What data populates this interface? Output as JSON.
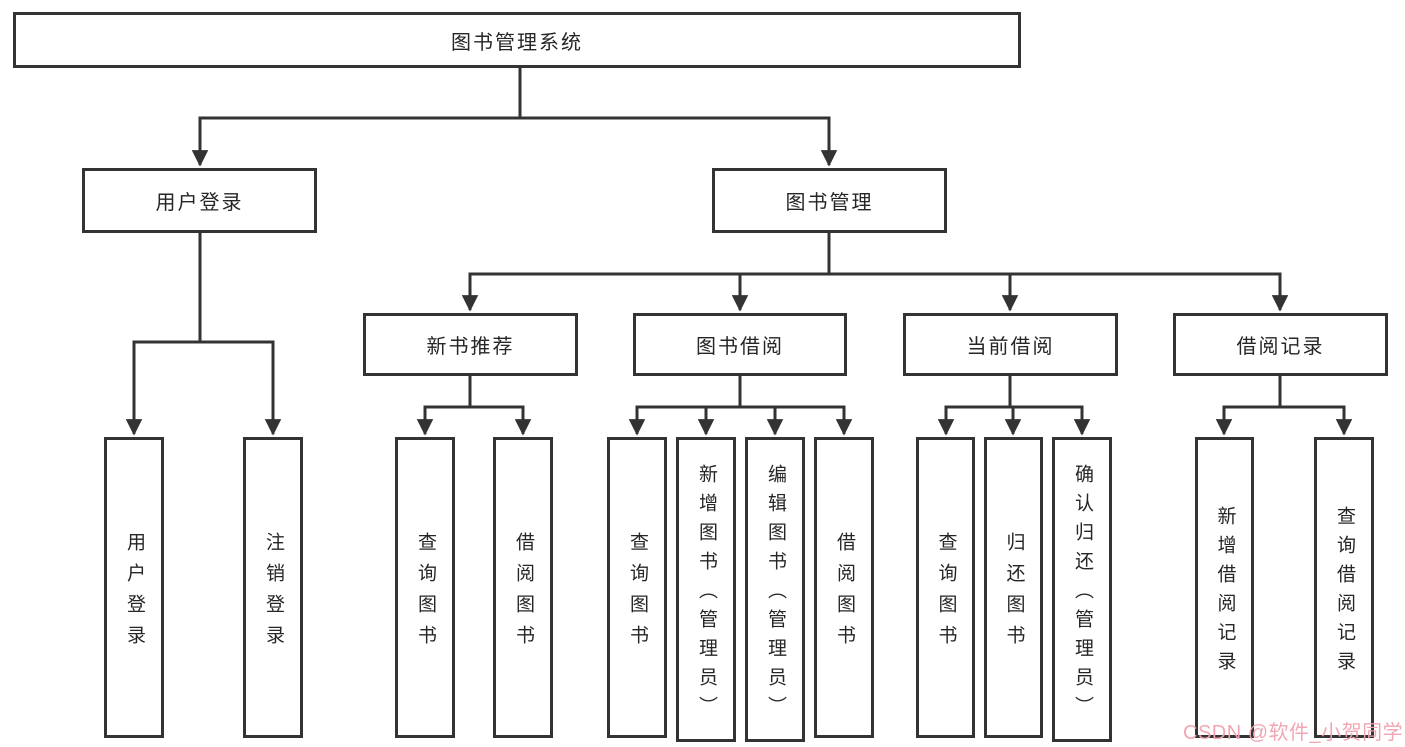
{
  "diagram": {
    "type": "tree",
    "colors": {
      "line": "#333333",
      "box_border": "#333333",
      "box_fill": "#ffffff",
      "text": "#262626",
      "background": "#ffffff",
      "watermark": "#f2a2b0"
    },
    "tree": {
      "root": {
        "label": "图书管理系统",
        "children": [
          {
            "label": "用户登录",
            "children": [
              {
                "label": "用户登录"
              },
              {
                "label": "注销登录"
              }
            ]
          },
          {
            "label": "图书管理",
            "children": [
              {
                "label": "新书推荐",
                "children": [
                  {
                    "label": "查询图书"
                  },
                  {
                    "label": "借阅图书"
                  }
                ]
              },
              {
                "label": "图书借阅",
                "children": [
                  {
                    "label": "查询图书"
                  },
                  {
                    "label": "新增图书（管理员）"
                  },
                  {
                    "label": "编辑图书（管理员）"
                  },
                  {
                    "label": "借阅图书"
                  }
                ]
              },
              {
                "label": "当前借阅",
                "children": [
                  {
                    "label": "查询图书"
                  },
                  {
                    "label": "归还图书"
                  },
                  {
                    "label": "确认归还（管理员）"
                  }
                ]
              },
              {
                "label": "借阅记录",
                "children": [
                  {
                    "label": "新增借阅记录"
                  },
                  {
                    "label": "查询借阅记录"
                  }
                ]
              }
            ]
          }
        ]
      }
    }
  },
  "watermark": {
    "text": "CSDN @软件_小贺同学"
  }
}
